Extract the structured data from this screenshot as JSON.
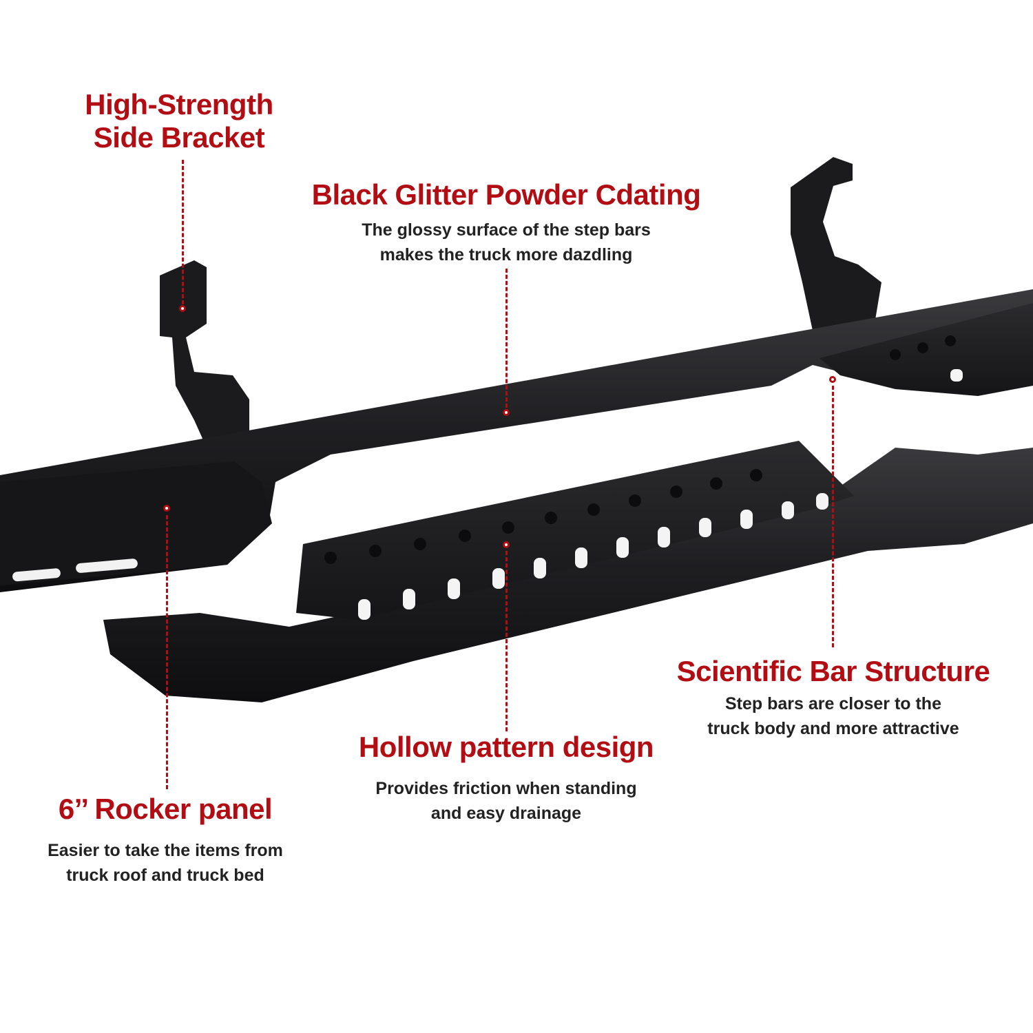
{
  "colors": {
    "accent": "#b30d14",
    "text": "#222222",
    "product": "#1d1d1f"
  },
  "callouts": {
    "bracket": {
      "title_lines": [
        "High-Strength",
        "Side Bracket"
      ]
    },
    "coating": {
      "title": "Black Glitter Powder Cdating",
      "desc_lines": [
        "The glossy surface of the step bars",
        "makes the truck more dazdling"
      ]
    },
    "structure": {
      "title": "Scientific Bar Structure",
      "desc_lines": [
        "Step bars are closer to the",
        "truck body and more attractive"
      ]
    },
    "pattern": {
      "title": "Hollow pattern design",
      "desc_lines": [
        "Provides friction when standing",
        "and easy drainage"
      ]
    },
    "rocker": {
      "title": "6’’  Rocker panel",
      "desc_lines": [
        "Easier to take the items from",
        "truck roof and truck bed"
      ]
    }
  }
}
